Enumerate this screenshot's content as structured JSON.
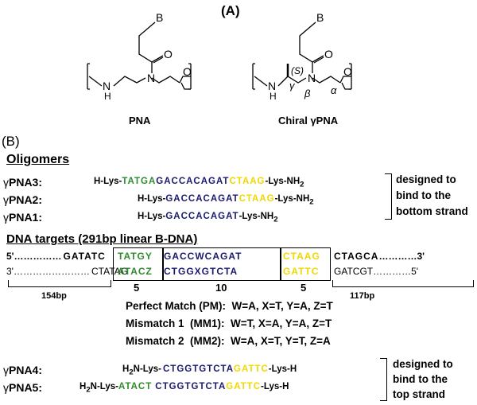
{
  "panelA": {
    "label_prefix": "(",
    "label_letter": "A",
    "label_suffix": ")",
    "pna_label": "PNA",
    "gpna_label": "Chiral γPNA",
    "atoms": {
      "B1": "B",
      "O1": "O",
      "N1": "N",
      "H1": "H",
      "NH1": "N",
      "O2": "O",
      "B2": "B",
      "O3": "O",
      "N2": "N",
      "N3": "N",
      "H2": "H",
      "O4": "O",
      "S": "(S)",
      "gamma": "γ",
      "beta": "β",
      "alpha": "α"
    }
  },
  "panelB": {
    "label": "(B)",
    "oligomers_title": "Oligomers",
    "dna_title": "DNA targets (291bp linear B-DNA)",
    "gpna3": {
      "name": "PNA3:",
      "h": "H-Lys-",
      "s1": "TATGA",
      "s2": "GACCACAGAT",
      "s3": "CTAAG",
      "t": "-Lys-NH",
      "sub": "2"
    },
    "gpna2": {
      "name": "PNA2:",
      "h": "H-Lys-",
      "s2": "GACCACAGAT",
      "s3": "CTAAG",
      "t": "-Lys-NH",
      "sub": "2"
    },
    "gpna1": {
      "name": "PNA1:",
      "h": "H-Lys-",
      "s2": "GACCACAGAT",
      "t": "-Lys-NH",
      "sub": "2"
    },
    "gamma_symbol": "γ",
    "designed_bottom": [
      "designed to",
      "bind to the",
      "bottom strand"
    ],
    "top_strand": {
      "p5": "5'……………",
      "left": "GATATC",
      "g": "TATGY",
      "n": "GACCWCAGAT",
      "y": "CTAAG",
      "right": "CTAGCA",
      "p3": "…………3'"
    },
    "bot_strand": {
      "p3": "3'……………………",
      "left": "CTATAG",
      "g": "ATACZ",
      "n": "CTGGXGTCTA",
      "y": "GATTC",
      "right": "GATCGT",
      "p5": "…………5'"
    },
    "counts": [
      "5",
      "10",
      "5"
    ],
    "flank_left": "154bp",
    "flank_right": "117bp",
    "pm": "Perfect Match (PM):  W=A, X=T, Y=A, Z=T",
    "mm1": "Mismatch 1  (MM1):  W=T, X=A, Y=A, Z=T",
    "mm2": "Mismatch 2  (MM2):  W=A, X=T, Y=T, Z=A",
    "gpna4": {
      "name": "PNA4:",
      "h": "H",
      "hsub": "2",
      "h2": "N-Lys-",
      "s2": "CTGGTGTCTA",
      "s3": "GATTC",
      "t": "-Lys-H"
    },
    "gpna5": {
      "name": "PNA5:",
      "h": "H",
      "hsub": "2",
      "h2": "N-Lys-",
      "s1": "ATACT",
      "s2": "CTGGTGTCTA",
      "s3": "GATTC",
      "t": "-Lys-H"
    },
    "designed_top": [
      "designed to",
      "bind to the",
      "top strand"
    ]
  },
  "colors": {
    "green": "#2e8b2e",
    "navy": "#1a1a6e",
    "yellow": "#f0d800"
  }
}
